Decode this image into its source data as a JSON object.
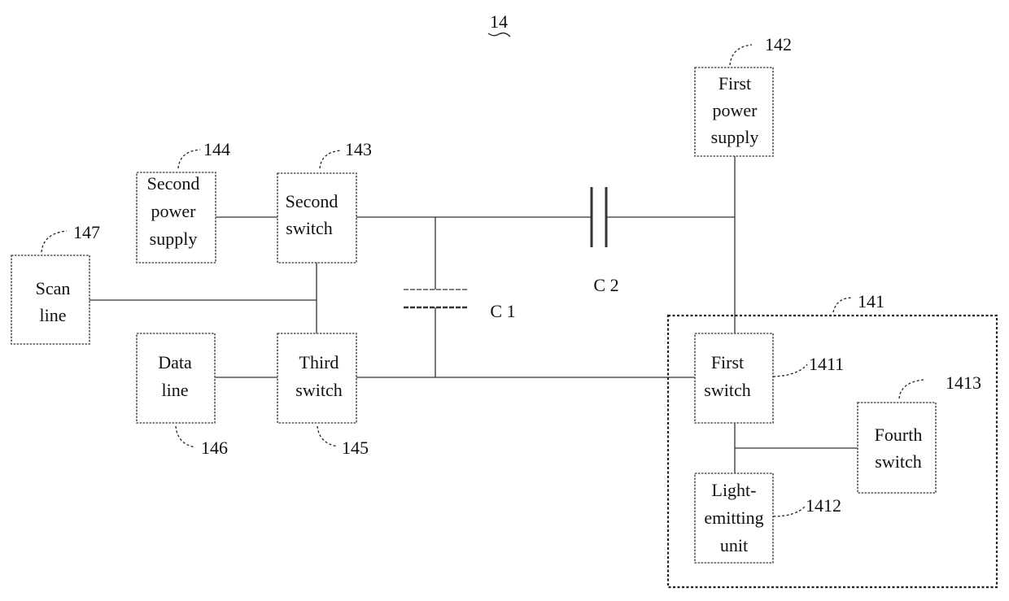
{
  "figure_ref": "14",
  "blocks": {
    "first_power_supply": {
      "lines": [
        "First",
        "power",
        "supply"
      ],
      "ref": "142"
    },
    "second_power_supply": {
      "lines": [
        "Second",
        "power",
        "supply"
      ],
      "ref": "144"
    },
    "second_switch": {
      "lines": [
        "Second",
        "switch"
      ],
      "ref": "143"
    },
    "scan_line": {
      "lines": [
        "Scan",
        "line"
      ],
      "ref": "147"
    },
    "data_line": {
      "lines": [
        "Data",
        "line"
      ],
      "ref": "146"
    },
    "third_switch": {
      "lines": [
        "Third",
        "switch"
      ],
      "ref": "145"
    },
    "first_switch": {
      "lines": [
        "First",
        "switch"
      ],
      "ref": "1411"
    },
    "light_emitting_unit": {
      "lines": [
        "Light-",
        "emitting",
        "unit"
      ],
      "ref": "1412"
    },
    "fourth_switch": {
      "lines": [
        "Fourth",
        "switch"
      ],
      "ref": "1413"
    }
  },
  "pixel_circuit_group": {
    "ref": "141"
  },
  "capacitors": {
    "c1": "C 1",
    "c2": "C 2"
  }
}
